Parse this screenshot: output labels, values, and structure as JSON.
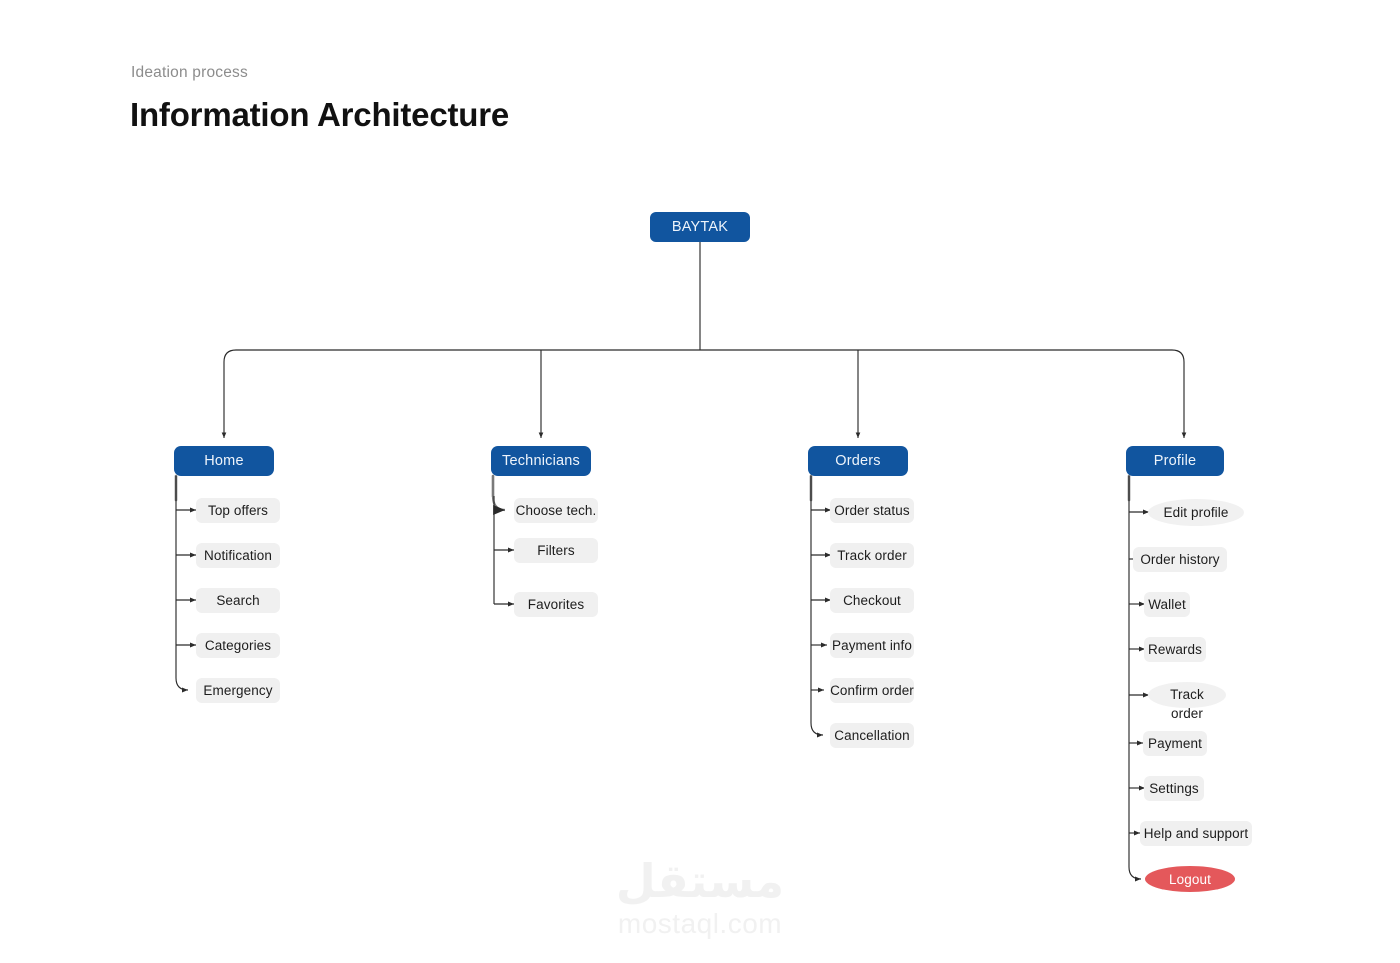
{
  "header": {
    "eyebrow": "Ideation process",
    "title": "Information Architecture"
  },
  "colors": {
    "node_blue": "#11559f",
    "node_text": "#eef4fb",
    "pill_gray": "#f0f0f0",
    "pill_text": "#1d1d1d",
    "logout_red": "#e4585b",
    "wire": "#2b2b2b",
    "stub_gray": "#7a7a7a",
    "eyebrow_text": "#8c8c8c",
    "title_text": "#111111",
    "watermark": "#f1f1f1",
    "background": "#ffffff"
  },
  "diagram": {
    "type": "tree",
    "root": {
      "label": "BAYTAK"
    },
    "branches": [
      {
        "key": "home",
        "label": "Home",
        "children": [
          {
            "label": "Top offers",
            "shape": "rect"
          },
          {
            "label": "Notification",
            "shape": "rect"
          },
          {
            "label": "Search",
            "shape": "rect"
          },
          {
            "label": "Categories",
            "shape": "rect"
          },
          {
            "label": "Emergency",
            "shape": "rect"
          }
        ]
      },
      {
        "key": "technicians",
        "label": "Technicians",
        "children": [
          {
            "label": "Choose tech.",
            "shape": "rect"
          },
          {
            "label": "Filters",
            "shape": "rect"
          },
          {
            "label": "Favorites",
            "shape": "rect"
          }
        ]
      },
      {
        "key": "orders",
        "label": "Orders",
        "children": [
          {
            "label": "Order status",
            "shape": "rect"
          },
          {
            "label": "Track order",
            "shape": "rect"
          },
          {
            "label": "Checkout",
            "shape": "rect"
          },
          {
            "label": "Payment info",
            "shape": "rect"
          },
          {
            "label": "Confirm order",
            "shape": "rect"
          },
          {
            "label": "Cancellation",
            "shape": "rect"
          }
        ]
      },
      {
        "key": "profile",
        "label": "Profile",
        "children": [
          {
            "label": "Edit profile",
            "shape": "oval"
          },
          {
            "label": "Order history",
            "shape": "rect"
          },
          {
            "label": "Wallet",
            "shape": "rect"
          },
          {
            "label": "Rewards",
            "shape": "rect"
          },
          {
            "label": "Track order",
            "shape": "oval"
          },
          {
            "label": "Payment",
            "shape": "rect"
          },
          {
            "label": "Settings",
            "shape": "rect"
          },
          {
            "label": "Help and support",
            "shape": "rect"
          },
          {
            "label": "Logout",
            "shape": "oval-red"
          }
        ]
      }
    ]
  },
  "watermark": {
    "arabic": "مستقل",
    "latin": "mostaql.com"
  }
}
